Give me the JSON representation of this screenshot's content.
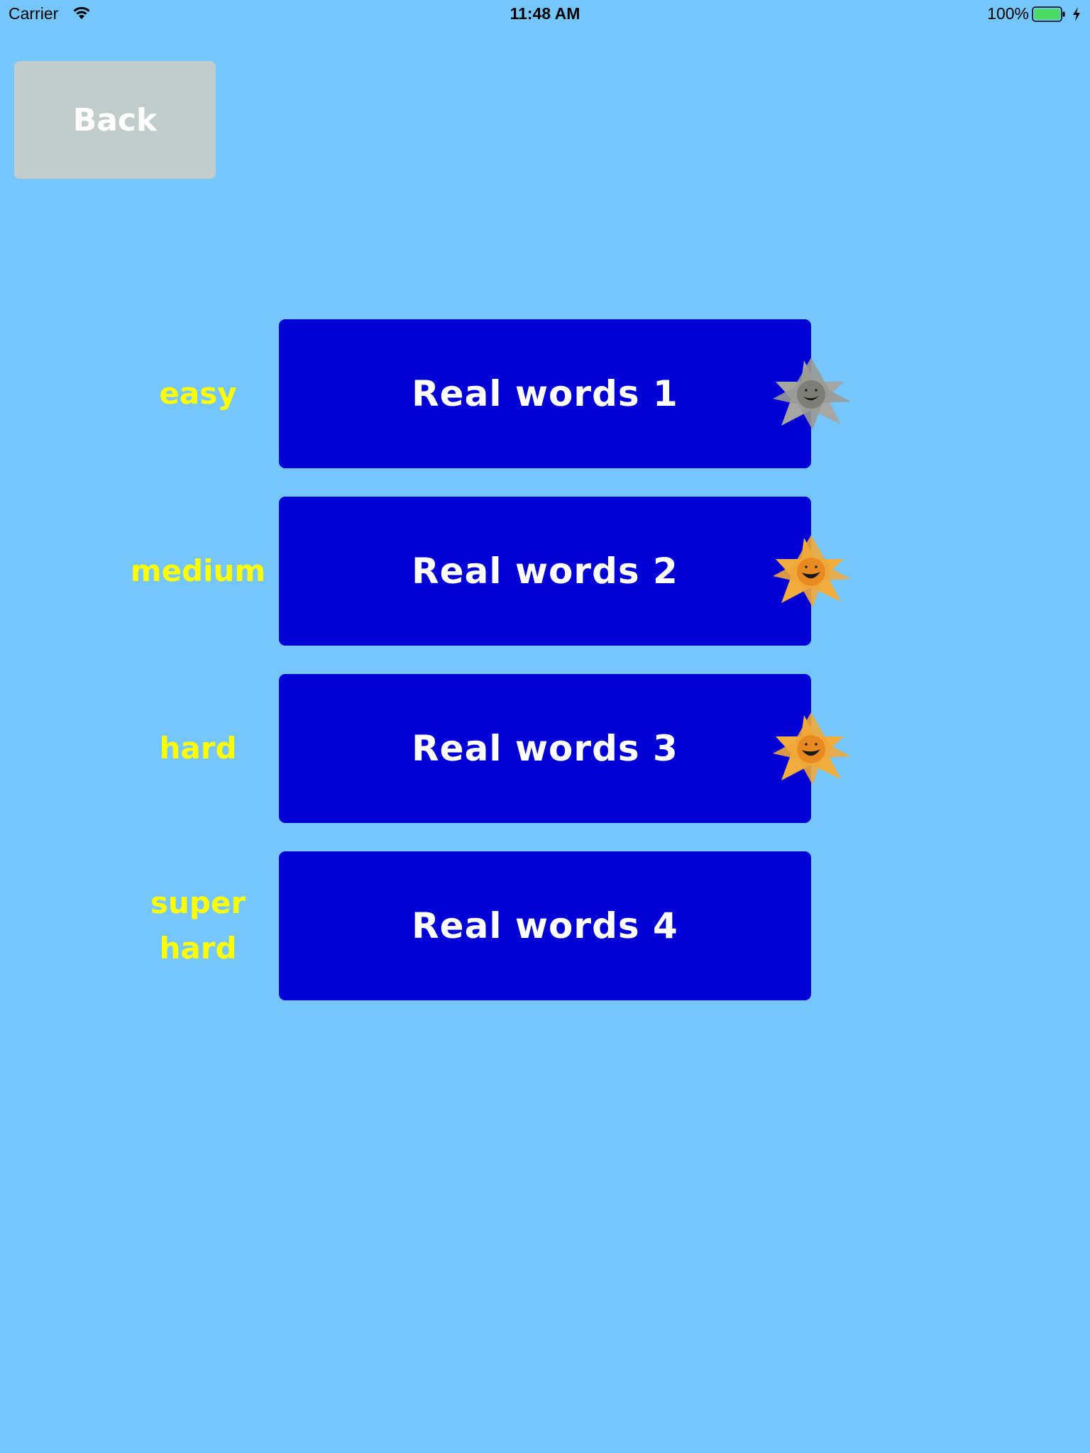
{
  "status_bar": {
    "carrier": "Carrier",
    "time": "11:48 AM",
    "battery": "100%",
    "battery_color": "#4cd964"
  },
  "back_button": {
    "label": "Back"
  },
  "levels": [
    {
      "difficulty": "easy",
      "button_label": "Real words 1",
      "star": "grey-star",
      "star_color": "#9a9a96"
    },
    {
      "difficulty": "medium",
      "button_label": "Real words 2",
      "star": "orange-star",
      "star_color": "#f2a93b"
    },
    {
      "difficulty": "hard",
      "button_label": "Real words 3",
      "star": "orange-star",
      "star_color": "#f2a93b"
    },
    {
      "difficulty": "super hard",
      "button_label": "Real words 4",
      "star": null
    }
  ],
  "colors": {
    "background": "#75c6fd",
    "button": "#0000d6",
    "label": "#ffff00",
    "back_button": "#c2cdcb"
  }
}
